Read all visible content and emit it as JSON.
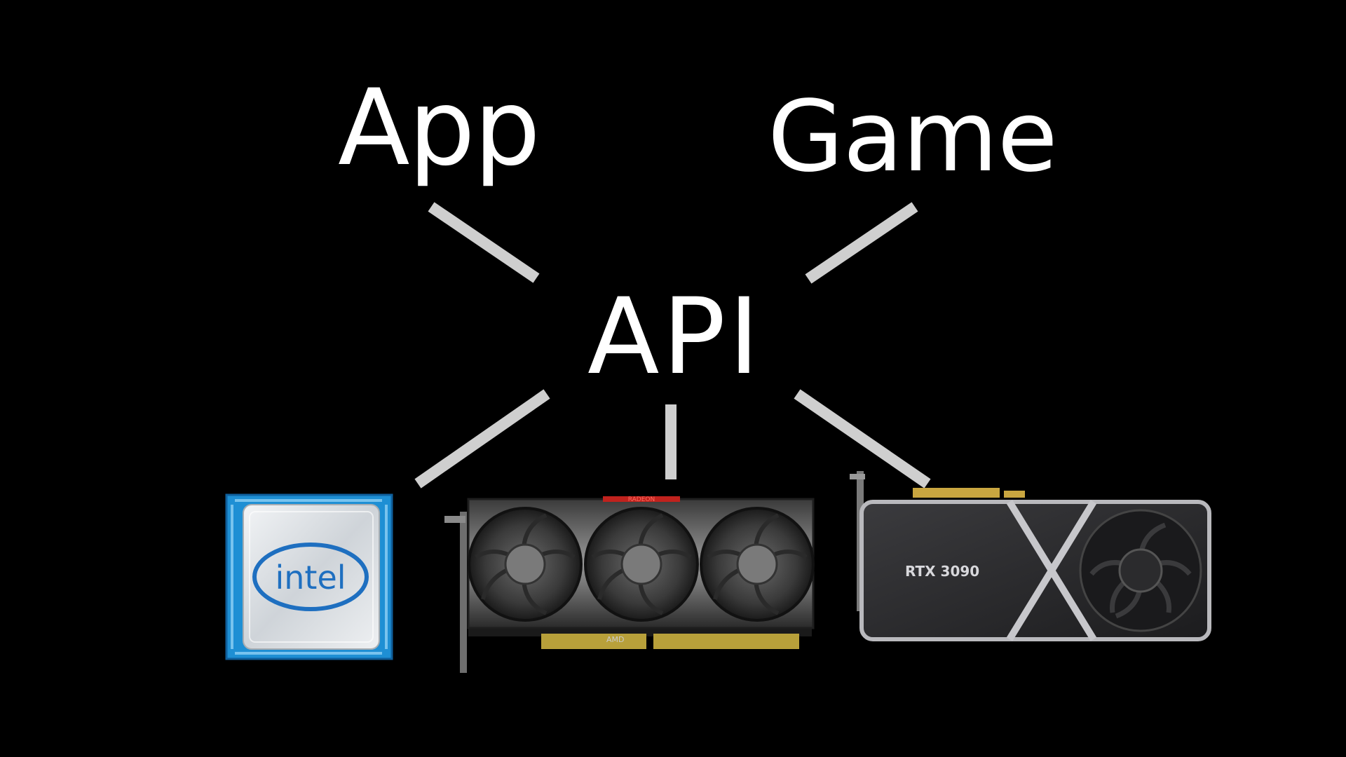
{
  "diagram": {
    "nodes": {
      "app": "App",
      "game": "Game",
      "api": "API"
    },
    "hardware": {
      "intel_cpu": {
        "logo_text": "intel",
        "colors": {
          "substrate": "#1e8fd4",
          "lid": "#d9dde1",
          "logo": "#1e6fc0"
        }
      },
      "amd_gpu": {
        "brand_text": "RADEON",
        "vendor_text": "AMD"
      },
      "nvidia_gpu": {
        "model_text": "RTX 3090"
      }
    },
    "connectors": [
      {
        "from": "App",
        "to": "API"
      },
      {
        "from": "Game",
        "to": "API"
      },
      {
        "from": "API",
        "to": "intel"
      },
      {
        "from": "API",
        "to": "RADEON"
      },
      {
        "from": "API",
        "to": "RTX 3090"
      }
    ],
    "colors": {
      "background": "#000000",
      "text": "#ffffff",
      "connector": "#cfcfcf"
    }
  }
}
